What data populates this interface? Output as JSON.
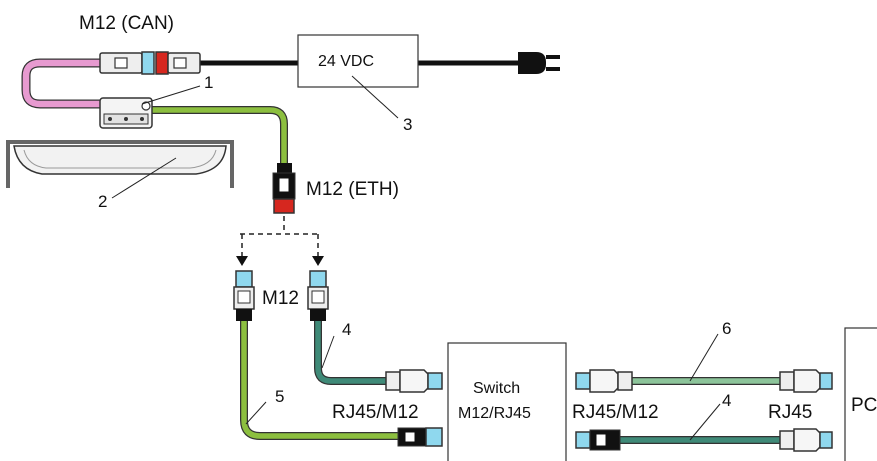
{
  "labels": {
    "m12_can": "M12 (CAN)",
    "m12_eth": "M12 (ETH)",
    "m12": "M12",
    "rj45_m12_left": "RJ45/M12",
    "rj45_m12_right": "RJ45/M12",
    "rj45": "RJ45",
    "pc": "PC"
  },
  "boxes": {
    "power_supply": "24 VDC",
    "switch_line1": "Switch",
    "switch_line2": "M12/RJ45"
  },
  "callouts": {
    "c1": "1",
    "c2": "2",
    "c3": "3",
    "c4a": "4",
    "c4b": "4",
    "c5": "5",
    "c6": "6"
  },
  "colors": {
    "pink_cable": "#e79ad0",
    "green_cable": "#8cbf3f",
    "teal_cable": "#3f8a78",
    "light_green_cable": "#8cc49a",
    "black_cable": "#111111",
    "red_connector": "#d6271f",
    "cyan_connector": "#8fd8ee",
    "outline": "#333333"
  }
}
